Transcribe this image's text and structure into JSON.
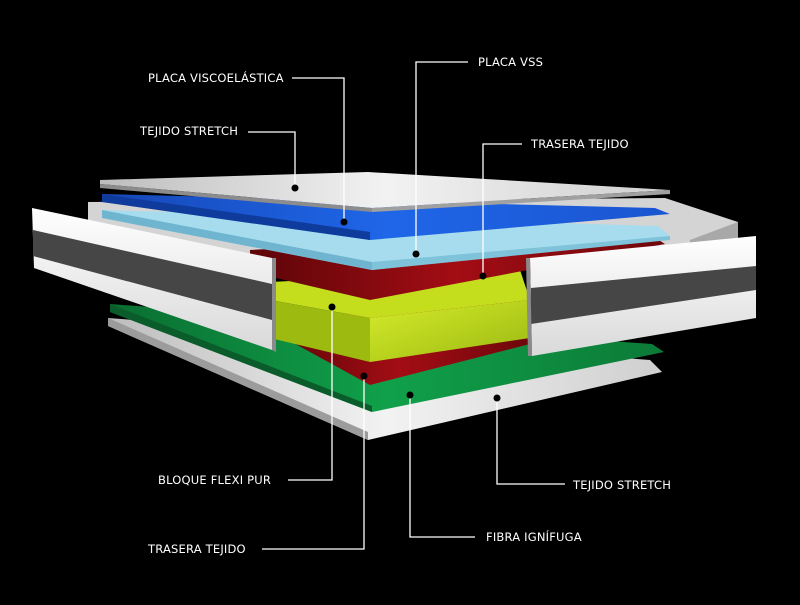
{
  "labels": {
    "placa_viscoelastica": "PLACA VISCOELÁSTICA",
    "placa_vss": "PLACA VSS",
    "tejido_stretch_top": "TEJIDO STRETCH",
    "trasera_tejido_top": "TRASERA TEJIDO",
    "bloque_flexi_pur": "BLOQUE FLEXI PUR",
    "tejido_stretch_bottom": "TEJIDO STRETCH",
    "fibra_ignifuga": "FIBRA IGNÍFUGA",
    "trasera_tejido_bottom": "TRASERA TEJIDO"
  },
  "layer_colors": {
    "white_panel": "#e6e6e6",
    "blue": "#1a57d4",
    "light_blue": "#9ed4e6",
    "dark_red": "#8a0a0f",
    "lime": "#b7d21a",
    "green": "#0d8a3e",
    "grey_stripe": "#4a4a4a",
    "background": "#000000"
  }
}
